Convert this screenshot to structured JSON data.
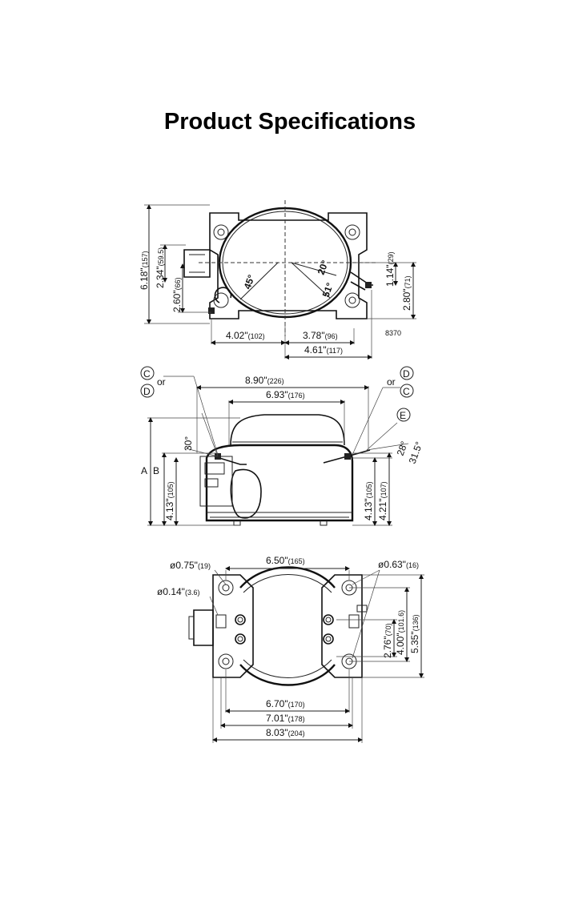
{
  "page": {
    "title": "Product Specifications",
    "footer_title": ""
  },
  "top_view": {
    "d_618": "6.18\"",
    "d_618_mm": "(157)",
    "d_234": "2.34\"",
    "d_234_mm": "(59.5)",
    "d_260": "2.60\"",
    "d_260_mm": "(66)",
    "d_114": "1.14\"",
    "d_114_mm": "(29)",
    "d_280": "2.80\"",
    "d_280_mm": "(71)",
    "d_402": "4.02\"",
    "d_402_mm": "(102)",
    "d_378": "3.78\"",
    "d_378_mm": "(96)",
    "d_461": "4.61\"",
    "d_461_mm": "(117)",
    "angle_45": "45°",
    "angle_20": "20°",
    "angle_51": "51°",
    "ref": "8370"
  },
  "side_view": {
    "label_c_left": "C",
    "label_d_left": "D",
    "or_left": "or",
    "label_d_right": "D",
    "label_c_right": "C",
    "or_right": "or",
    "label_e": "E",
    "d_890": "8.90\"",
    "d_890_mm": "(226)",
    "d_693": "6.93\"",
    "d_693_mm": "(176)",
    "angle_30": "30°",
    "angle_315": "31.5°",
    "angle_28": "28°",
    "label_a": "A",
    "label_b": "B",
    "d_413_left": "4.13\"",
    "d_413_left_mm": "(105)",
    "d_413_right": "4.13\"",
    "d_413_right_mm": "(105)",
    "d_421": "4.21\"",
    "d_421_mm": "(107)"
  },
  "base_view": {
    "d_075": "ø0.75\"",
    "d_075_mm": "(19)",
    "d_014": "ø0.14\"",
    "d_014_mm": "(3.6)",
    "d_063": "ø0.63\"",
    "d_063_mm": "(16)",
    "d_650": "6.50\"",
    "d_650_mm": "(165)",
    "d_276": "2.76\"",
    "d_276_mm": "(70)",
    "d_400": "4.00\"",
    "d_400_mm": "(101.6)",
    "d_535": "5.35\"",
    "d_535_mm": "(136)",
    "d_670": "6.70\"",
    "d_670_mm": "(170)",
    "d_701": "7.01\"",
    "d_701_mm": "(178)",
    "d_803": "8.03\"",
    "d_803_mm": "(204)"
  }
}
